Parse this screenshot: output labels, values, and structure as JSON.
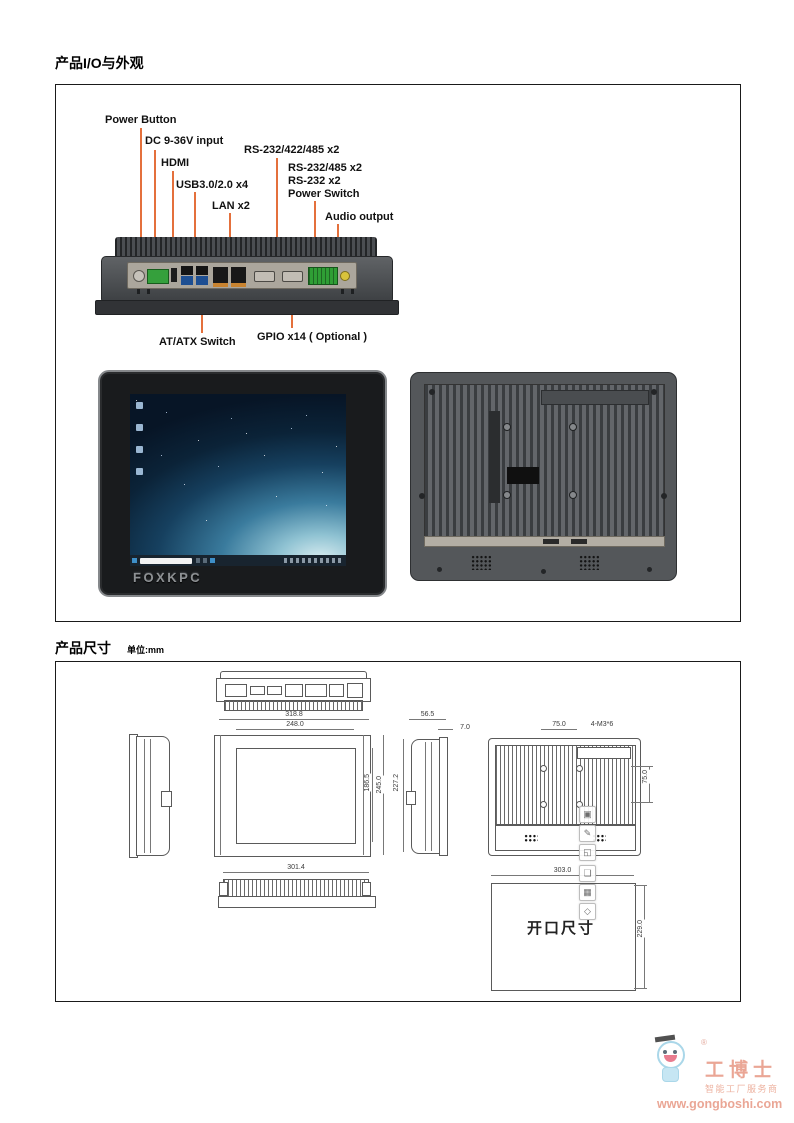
{
  "sections": {
    "io_title": "产品I/O与外观",
    "dim_title": "产品尺寸",
    "unit_label": "单位:mm"
  },
  "io_diagram": {
    "leader_color": "#e4703c",
    "labels": [
      {
        "text": "Power Button"
      },
      {
        "text": "DC 9-36V input"
      },
      {
        "text": "HDMI"
      },
      {
        "text": "USB3.0/2.0 x4"
      },
      {
        "text": "LAN x2"
      },
      {
        "text": "RS-232/422/485 x2"
      },
      {
        "text": "RS-232/485 x2"
      },
      {
        "text": "RS-232 x2"
      },
      {
        "text": "Power Switch"
      },
      {
        "text": "Audio output"
      },
      {
        "text": "AT/ATX Switch"
      },
      {
        "text": "GPIO x14 ( Optional )"
      }
    ]
  },
  "front_view": {
    "brand": "FOXKPC"
  },
  "dims": {
    "overall_width": "318.8",
    "screen_width": "248.0",
    "screen_height": "186.5",
    "overall_height": "245.0",
    "side_depth": "56.5",
    "bezel_depth": "7.0",
    "side_height": "227.2",
    "vesa_horizontal": "75.0",
    "vesa_vertical": "75.0",
    "vesa_screws": "4-M3*6",
    "top_width": "301.4",
    "cutout_width": "303.0",
    "cutout_height": "229.0",
    "cutout_label": "开口尺寸"
  },
  "toolbar": {
    "icons": [
      {
        "name": "image-settings",
        "glyph": "▣"
      },
      {
        "name": "edit",
        "glyph": "✎"
      },
      {
        "name": "crop",
        "glyph": "◱"
      },
      {
        "name": "wrap",
        "glyph": "❏"
      },
      {
        "name": "table",
        "glyph": "▦"
      },
      {
        "name": "shape",
        "glyph": "◇"
      }
    ]
  },
  "watermark": {
    "brand": "工博士",
    "registered": "®",
    "tagline": "智能工厂服务商",
    "url": "www.gongboshi.com"
  }
}
